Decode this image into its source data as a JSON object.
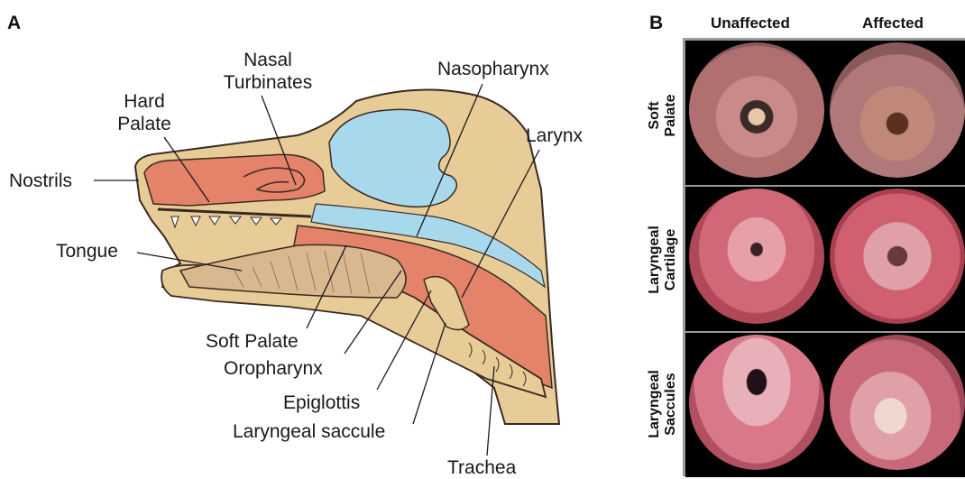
{
  "panel_a": {
    "letter": "A",
    "labels": {
      "nasal_turbinates_1": "Nasal",
      "nasal_turbinates_2": "Turbinates",
      "hard_palate_1": "Hard",
      "hard_palate_2": "Palate",
      "nasopharynx": "Nasopharynx",
      "larynx": "Larynx",
      "nostrils": "Nostrils",
      "tongue": "Tongue",
      "soft_palate": "Soft Palate",
      "oropharynx": "Oropharynx",
      "epiglottis": "Epiglottis",
      "laryngeal_saccule": "Laryngeal saccule",
      "trachea": "Trachea"
    }
  },
  "panel_b": {
    "letter": "B",
    "columns": [
      "Unaffected",
      "Affected"
    ],
    "rows": [
      {
        "line1": "Soft",
        "line2": "Palate"
      },
      {
        "line1": "Laryngeal",
        "line2": "Cartilage"
      },
      {
        "line1": "Laryngeal",
        "line2": "Saccules"
      }
    ]
  },
  "colors": {
    "skull": "#e8cc98",
    "soft_tissue": "#e4826a",
    "airway": "#a8d8ec",
    "outline": "#3a2a20",
    "grid_border": "#9a9a9a"
  }
}
